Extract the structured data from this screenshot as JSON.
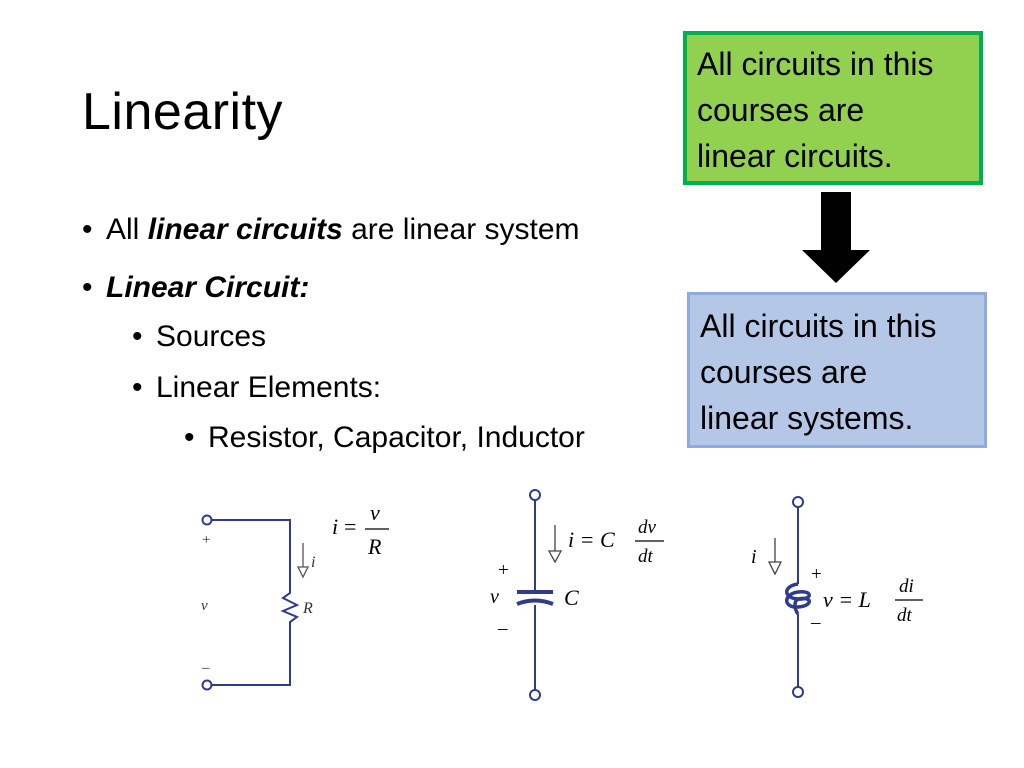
{
  "title": "Linearity",
  "bullets": {
    "b1_pre": "All ",
    "b1_emph": "linear circuits",
    "b1_post": " are linear system",
    "b2": "Linear Circuit:",
    "b3": "Sources",
    "b4": "Linear Elements:",
    "b5": "Resistor, Capacitor, Inductor"
  },
  "callouts": {
    "green": [
      "All circuits in this",
      "courses are",
      "linear circuits."
    ],
    "blue": [
      "All circuits in this",
      "courses are",
      "linear systems."
    ],
    "green_color": "#92d050",
    "green_border": "#00b050",
    "blue_color": "#b4c7e7",
    "blue_border": "#8faadc"
  },
  "resistor": {
    "eq_i": "i",
    "eq_eq": "=",
    "eq_num": "v",
    "eq_den": "R",
    "plus": "+",
    "minus": "–",
    "v": "v",
    "i": "i",
    "R": "R"
  },
  "capacitor": {
    "eq": "i = C",
    "num": "dv",
    "den": "dt",
    "plus": "+",
    "minus": "–",
    "v": "v",
    "C": "C"
  },
  "inductor": {
    "i": "i",
    "plus": "+",
    "minus": "–",
    "eq": "v = L",
    "num": "di",
    "den": "dt"
  },
  "colors": {
    "wire": "#2e3b8f",
    "terminal": "#2e3b8f",
    "arrow": "#000000"
  }
}
